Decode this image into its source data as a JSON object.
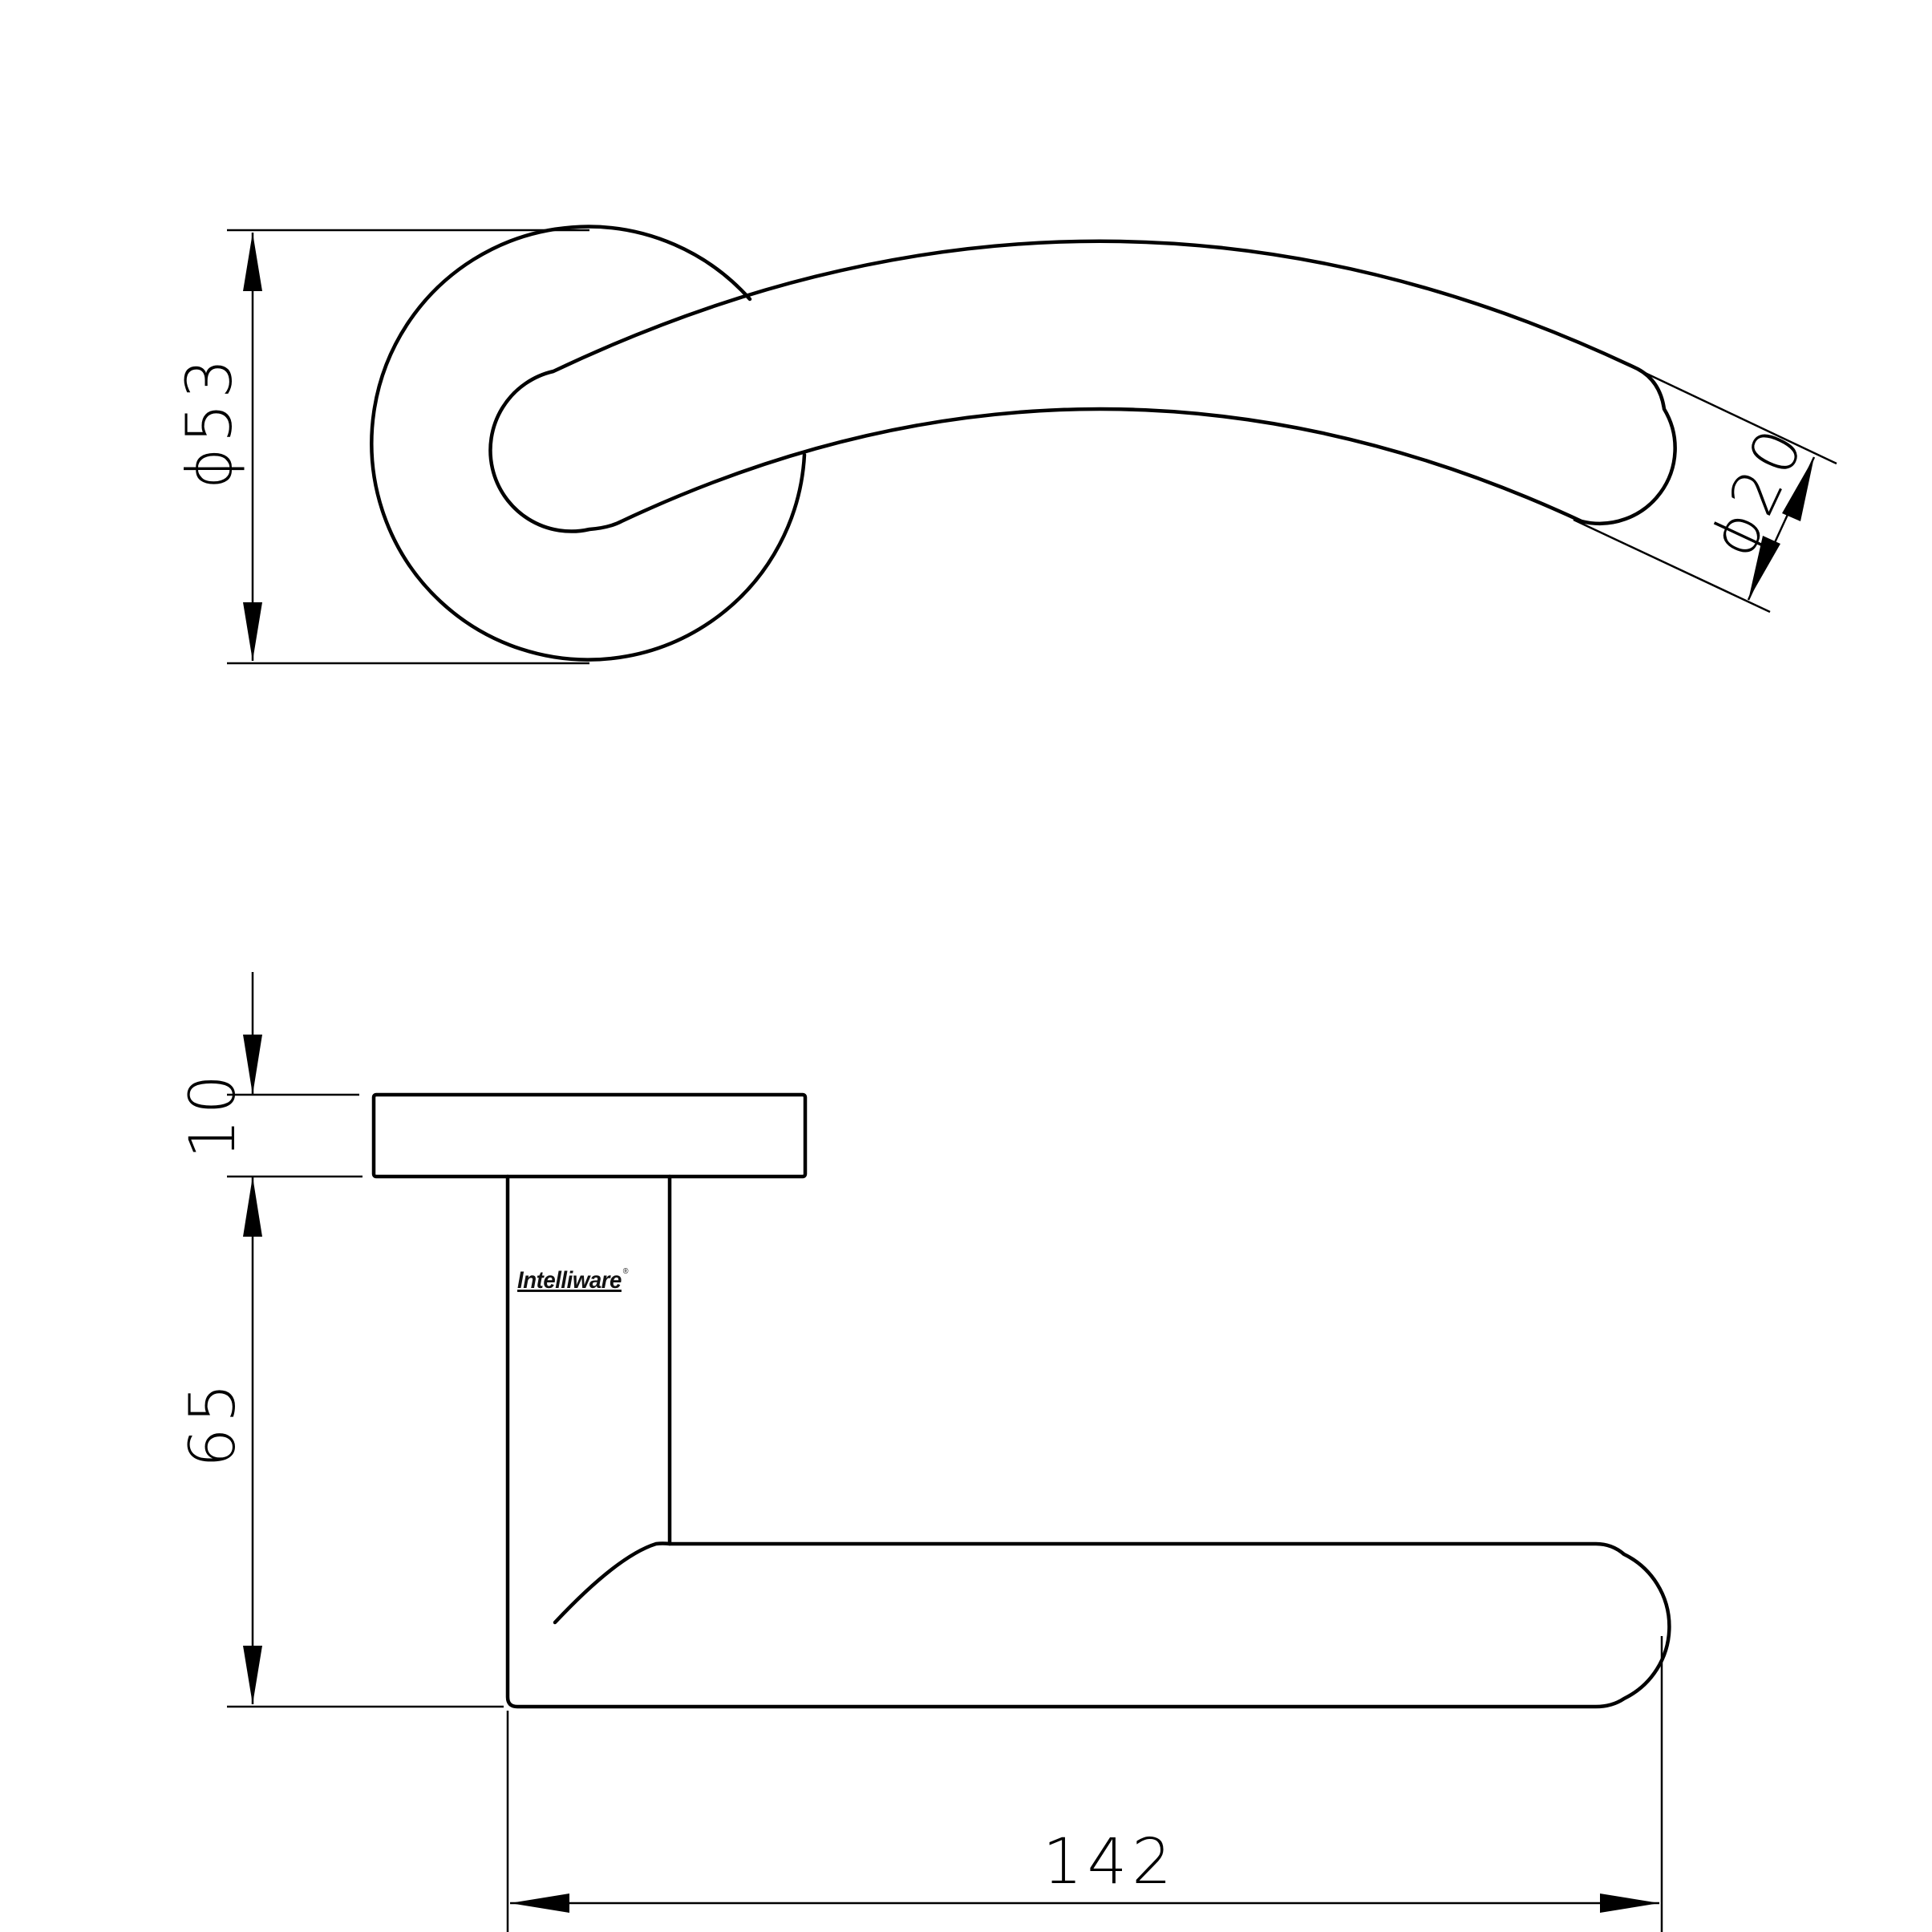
{
  "drawing": {
    "subject": "Lever door handle on round rose",
    "top_view": {
      "rose_diameter_label": "ϕ53",
      "lever_diameter_label": "ϕ20"
    },
    "side_view": {
      "rose_thickness_label": "10",
      "lever_height_label": "65",
      "lever_length_label": "142"
    },
    "brand": {
      "name": "Intelliware",
      "mark": "®"
    },
    "colors": {
      "line": "#000000",
      "background": "#ffffff"
    }
  }
}
